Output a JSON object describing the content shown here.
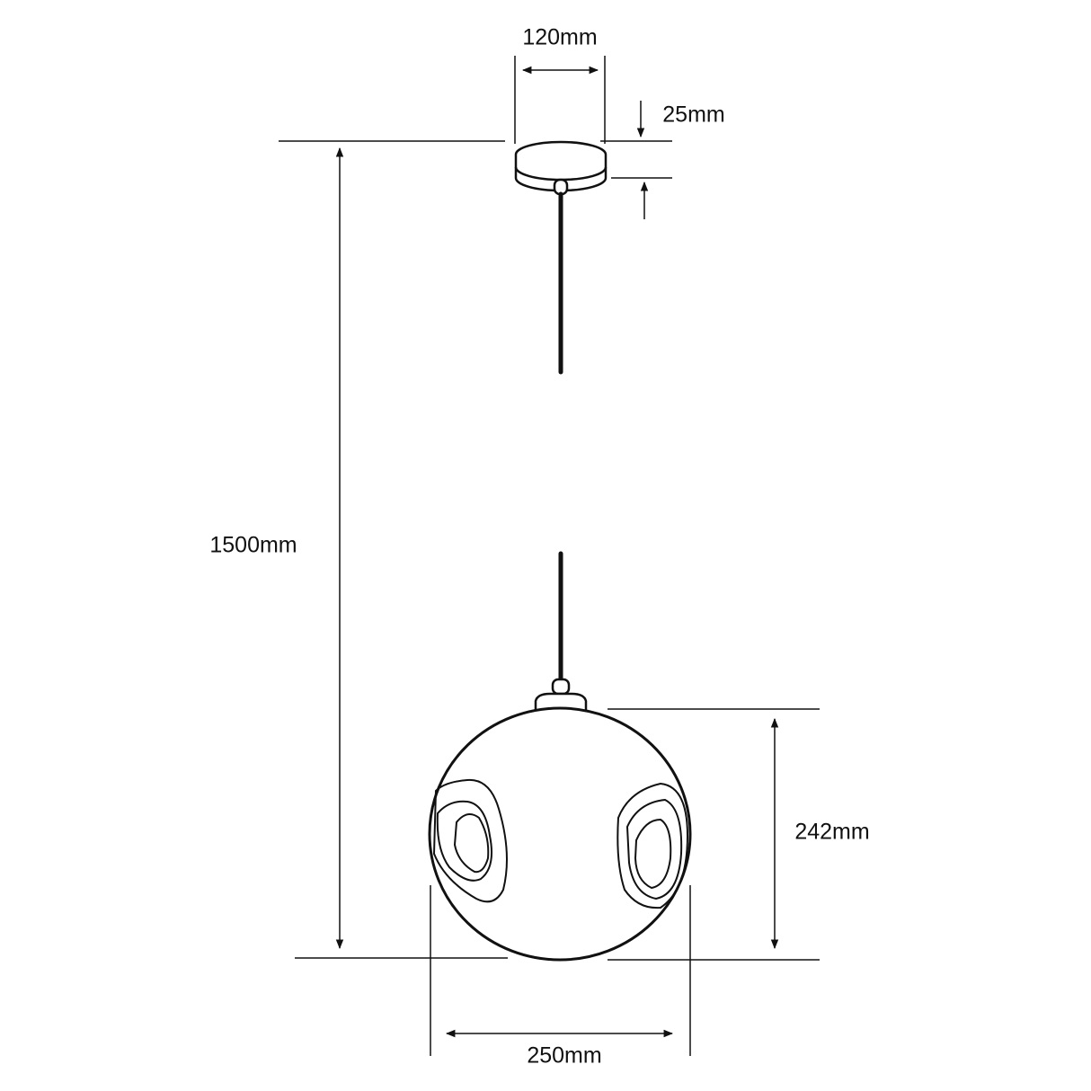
{
  "title": "Pendant lamp dimension drawing",
  "dimensions": {
    "canopy_width": "120mm",
    "canopy_height": "25mm",
    "overall_drop": "1500mm",
    "globe_height": "242mm",
    "globe_width": "250mm"
  },
  "colors": {
    "line": "#111111",
    "background": "#ffffff"
  }
}
